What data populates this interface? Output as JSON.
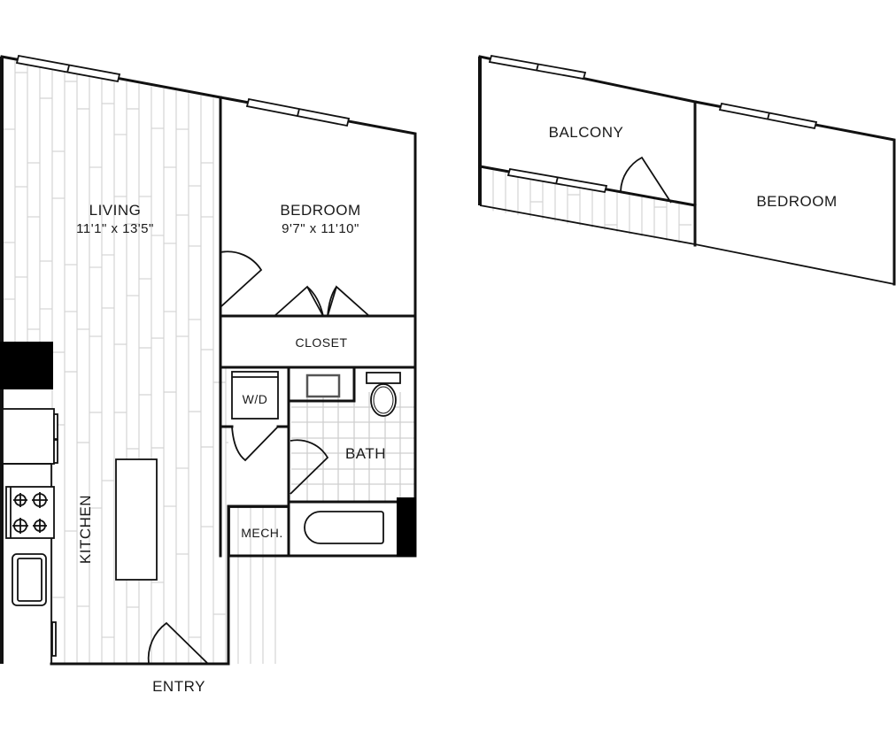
{
  "plan": {
    "rooms": {
      "living": {
        "label": "LIVING",
        "dimensions": "11'1\" x 13'5\""
      },
      "bedroom": {
        "label": "BEDROOM",
        "dimensions": "9'7\" x 11'10\""
      },
      "closet": {
        "label": "CLOSET"
      },
      "wd": {
        "label": "W/D"
      },
      "bath": {
        "label": "BATH"
      },
      "mech": {
        "label": "MECH."
      },
      "kitchen": {
        "label": "KITCHEN"
      },
      "entry": {
        "label": "ENTRY"
      }
    },
    "key_plan": {
      "balcony": {
        "label": "BALCONY"
      },
      "bedroom": {
        "label": "BEDROOM"
      }
    },
    "colors": {
      "wall": "#111111",
      "floor_lines": "#d4d4d4",
      "background": "#ffffff"
    }
  }
}
